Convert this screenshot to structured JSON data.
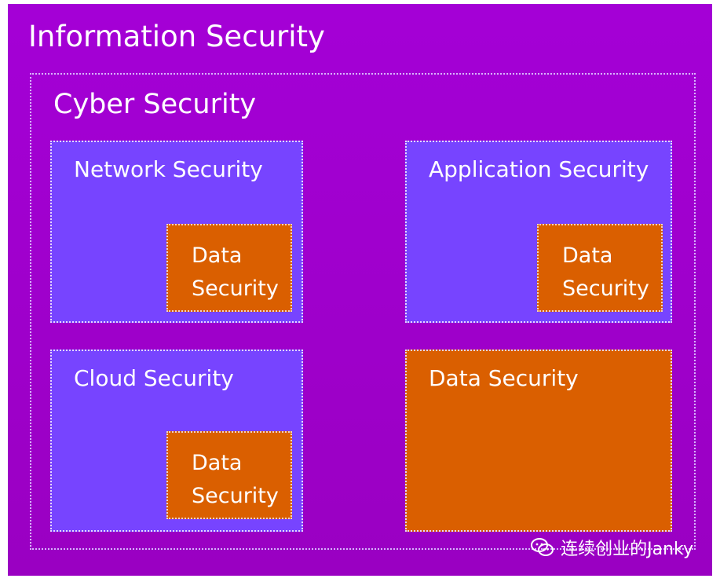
{
  "diagram": {
    "outer_title": "Information Security",
    "cyber_title": "Cyber Security",
    "network": {
      "title": "Network Security",
      "inner": [
        "Data",
        "Security"
      ]
    },
    "application": {
      "title": "Application Security",
      "inner": [
        "Data",
        "Security"
      ]
    },
    "cloud": {
      "title": "Cloud Security",
      "inner": [
        "Data",
        "Security"
      ]
    },
    "data": {
      "title": "Data Security"
    }
  },
  "watermark": {
    "text": "连续创业的Janky",
    "icon": "wechat-icon"
  },
  "colors": {
    "outer": "#a000cc",
    "blue": "#7744ff",
    "orange": "#da5f00",
    "text": "#ffffff"
  }
}
